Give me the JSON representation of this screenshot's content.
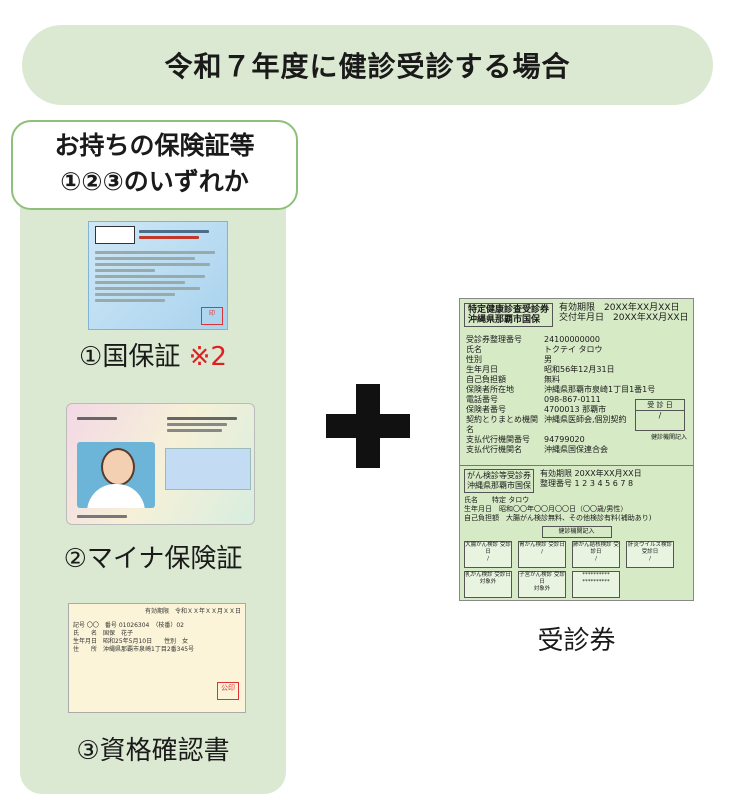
{
  "banner": {
    "title": "令和７年度に健診受診する場合"
  },
  "panel": {
    "title_line1": "お持ちの保険証等",
    "title_line2": "①②③のいずれか",
    "items": [
      {
        "label": "①国保証",
        "note": "※2"
      },
      {
        "label": "②マイナ保険証"
      },
      {
        "label": "③資格確認書"
      }
    ],
    "card3": {
      "top": "有効期限　令和ＸＸ年ＸＸ月ＸＸ日",
      "row1": "記号 〇〇　番号 01026304　（枝番）02",
      "name": "氏　　名　国保　花子",
      "dob": "生年月日　昭和25年5月10日　　性別　女",
      "addr": "住　　所　沖縄県那覇市泉崎1丁目2番345号",
      "seal": "公印"
    }
  },
  "plus": {
    "symbol": "+"
  },
  "ticket": {
    "title1": "特定健康診査受診券",
    "title2": "沖縄県那覇市国保",
    "valid_label": "有効期限",
    "valid_value": "20XX年XX月XX日",
    "issue_label": "交付年月日",
    "issue_value": "20XX年XX月XX日",
    "fields": [
      {
        "k": "受診券整理番号",
        "v": "24100000000"
      },
      {
        "k": "氏名",
        "v": "トクテイ タロウ"
      },
      {
        "k": "性別",
        "v": "男"
      },
      {
        "k": "生年月日",
        "v": "昭和56年12月31日"
      },
      {
        "k": "自己負担額",
        "v": "無料"
      },
      {
        "k": "保険者所在地",
        "v": "沖縄県那覇市泉崎1丁目1番1号"
      },
      {
        "k": "電話番号",
        "v": "098-867-0111"
      },
      {
        "k": "保険者番号",
        "v": "4700013 那覇市"
      },
      {
        "k": "契約とりまとめ機関名",
        "v": "沖縄県医師会,個別契約"
      },
      {
        "k": "支払代行機関番号",
        "v": "94799020"
      },
      {
        "k": "支払代行機関名",
        "v": "沖縄県国保連合会"
      }
    ],
    "date_box_title": "受 診 日",
    "date_box_note": "健診機関記入",
    "cancer_title1": "がん検診等受診券",
    "cancer_title2": "沖縄県那覇市国保",
    "cancer_valid_label": "有効期限",
    "cancer_valid_value": "20XX年XX月XX日",
    "cancer_no_label": "整理番号",
    "cancer_no_value": "1 2 3 4 5 6 7 8",
    "cancer_name": "氏名　　特定 タロウ",
    "cancer_dob": "生年月日　昭和〇〇年〇〇月〇〇日（〇〇歳/男性）",
    "cancer_fee": "自己負担額　大腸がん検診無料、その他検診有料(補助あり)",
    "clinic_fill": "健診機関記入",
    "exams": [
      "大腸がん検診 受診日",
      "胃がん検診 受診日",
      "肺がん結核検診 受診日",
      "肝炎ウイルス検診 受診日",
      "乳がん検診 受診日",
      "子宮がん検診 受診日",
      "**********"
    ],
    "exam_sub": [
      "/",
      "/",
      "/",
      "/",
      "対象外",
      "対象外",
      "**********"
    ]
  },
  "ticket_label": "受診券"
}
